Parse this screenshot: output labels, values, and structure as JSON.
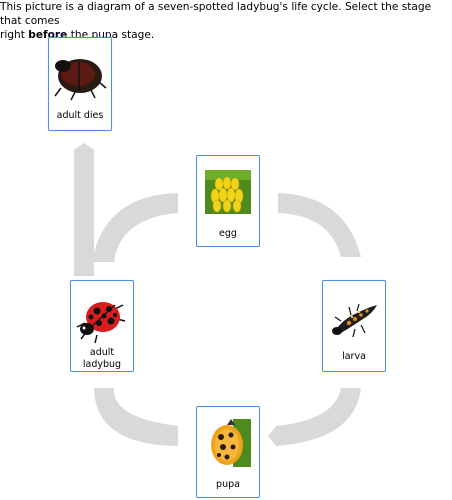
{
  "question": {
    "line1": "This picture is a diagram of a seven-spotted ladybug's life cycle. Select the stage that comes",
    "line2_pre": "right ",
    "line2_bold": "before",
    "line2_post": " the pupa stage."
  },
  "stages": {
    "adult_dies": {
      "label": "adult dies",
      "icon": "dead-ladybug-icon"
    },
    "egg": {
      "label": "egg",
      "icon": "egg-cluster-icon"
    },
    "larva": {
      "label": "larva",
      "icon": "larva-icon"
    },
    "adult_ladybug": {
      "label_line1": "adult",
      "label_line2": "ladybug",
      "icon": "ladybug-icon"
    },
    "pupa": {
      "label": "pupa",
      "icon": "pupa-icon"
    }
  },
  "colors": {
    "card_border": "#4a90e2",
    "arrow": "#d9d9d9"
  }
}
